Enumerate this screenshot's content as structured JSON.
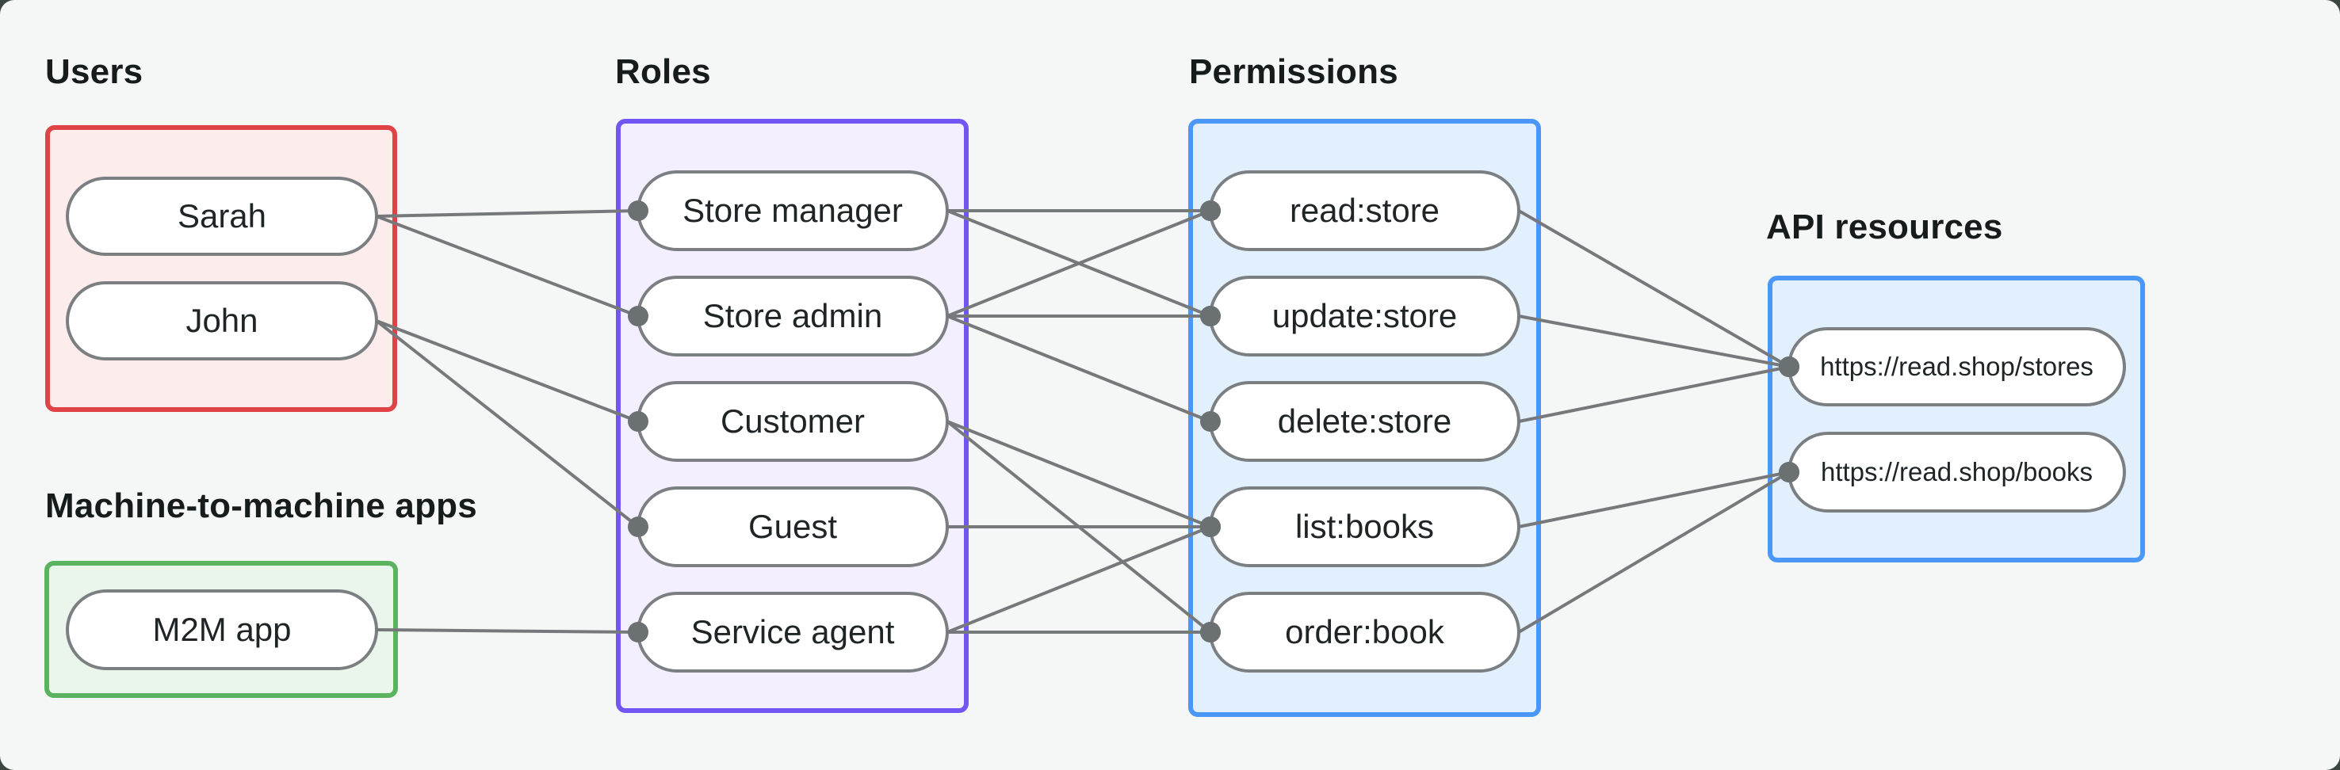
{
  "headings": {
    "users": "Users",
    "m2m": "Machine-to-machine apps",
    "roles": "Roles",
    "permissions": "Permissions",
    "api_resources": "API resources"
  },
  "nodes": {
    "sarah": "Sarah",
    "john": "John",
    "m2m_app": "M2M app",
    "store_manager": "Store manager",
    "store_admin": "Store admin",
    "customer": "Customer",
    "guest": "Guest",
    "service_agent": "Service agent",
    "read_store": "read:store",
    "update_store": "update:store",
    "delete_store": "delete:store",
    "list_books": "list:books",
    "order_book": "order:book",
    "stores_api": "https://read.shop/stores",
    "books_api": "https://read.shop/books"
  },
  "edges": [
    [
      "sarah",
      "store-manager"
    ],
    [
      "sarah",
      "store-admin"
    ],
    [
      "john",
      "customer"
    ],
    [
      "john",
      "guest"
    ],
    [
      "m2m-app",
      "service-agent"
    ],
    [
      "store-manager",
      "read-store"
    ],
    [
      "store-manager",
      "update-store"
    ],
    [
      "store-admin",
      "read-store"
    ],
    [
      "store-admin",
      "update-store"
    ],
    [
      "store-admin",
      "delete-store"
    ],
    [
      "customer",
      "list-books"
    ],
    [
      "customer",
      "order-book"
    ],
    [
      "guest",
      "list-books"
    ],
    [
      "service-agent",
      "list-books"
    ],
    [
      "service-agent",
      "order-book"
    ],
    [
      "read-store",
      "stores"
    ],
    [
      "update-store",
      "stores"
    ],
    [
      "delete-store",
      "stores"
    ],
    [
      "list-books",
      "books"
    ],
    [
      "order-book",
      "books"
    ]
  ],
  "colors": {
    "canvas_bg": "#f5f7f6",
    "backdrop": "#3a463e",
    "users_border": "#e04345",
    "users_fill": "#fdecec",
    "m2m_border": "#5cb35f",
    "m2m_fill": "#eaf6eb",
    "roles_border": "#7156f4",
    "roles_fill": "#f3effe",
    "permissions_border": "#4b97f8",
    "permissions_fill": "#e2f0fd",
    "api_border": "#4b97f8",
    "api_fill": "#e2f0fd",
    "node_border": "#7b7f82",
    "node_bg": "#ffffff",
    "edge": "#75797b",
    "edge_dot": "#6b7072",
    "heading_text": "#161b1c",
    "node_text": "#1f2426"
  },
  "edge_style": {
    "stroke_width": 4,
    "dot_radius": 13
  }
}
